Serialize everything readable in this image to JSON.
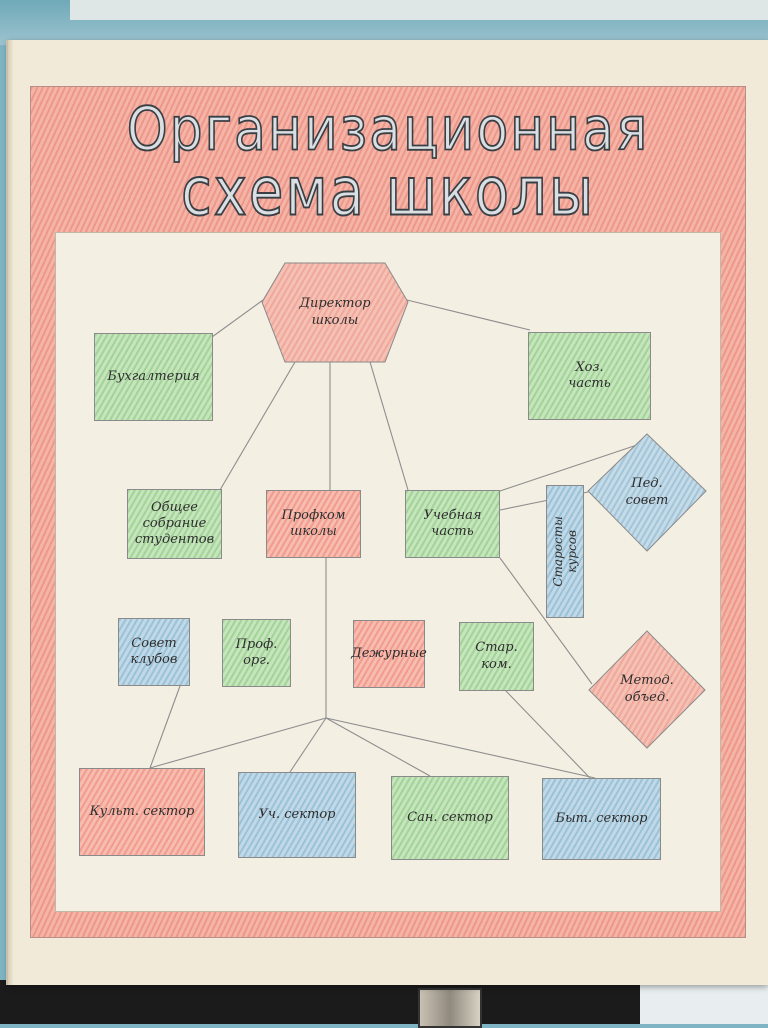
{
  "title": {
    "line1": "Организационная",
    "line2": "схема школы"
  },
  "nodes": {
    "director": "Директор\nшколы",
    "accounting": "Бухгалтерия",
    "household": "Хоз.\nчасть",
    "general_meeting": "Общее\nсобрание\nстудентов",
    "union": "Профком\nшколы",
    "academic": "Учебная\nчасть",
    "ped_council": "Пед.\nсовет",
    "heads": "Старосты\nкурсов",
    "clubs_council": "Совет\nклубов",
    "prof_org": "Проф.\nорг.",
    "duty": "Дежурные",
    "elder_com": "Стар.\nком.",
    "method": "Метод.\nобъед.",
    "culture_sector": "Культ. сектор",
    "study_sector": "Уч. сектор",
    "sanitary_sector": "Сан. сектор",
    "living_sector": "Быт. сектор"
  },
  "colors": {
    "pink": "#f5c1b6",
    "green": "#c9e6c0",
    "blue": "#c6dbe8",
    "frame": "#f3b9ad"
  }
}
